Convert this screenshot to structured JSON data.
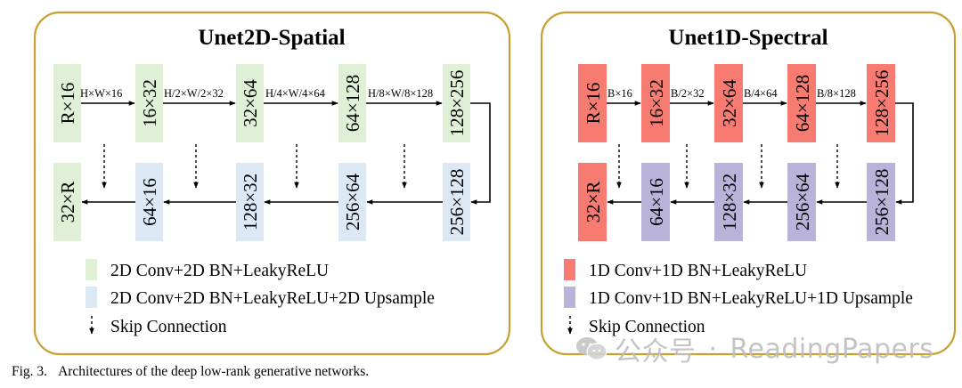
{
  "colors": {
    "frame": "#C7A030",
    "spatial_conv": "#DFF0D6",
    "spatial_up": "#DCE9F5",
    "spectral_conv": "#F77B70",
    "spectral_up": "#B9B3DA"
  },
  "spatial": {
    "title": "Unet2D-Spatial",
    "encoder_blocks": [
      "R×16",
      "16×32",
      "32×64",
      "64×128",
      "128×256"
    ],
    "decoder_blocks": [
      "32×R",
      "64×16",
      "128×32",
      "256×64",
      "256×128"
    ],
    "arrow_labels": [
      "H×W×16",
      "H/2×W/2×32",
      "H/4×W/4×64",
      "H/8×W/8×128"
    ],
    "legend": {
      "conv": "2D Conv+2D BN+LeakyReLU",
      "upsample": "2D Conv+2D BN+LeakyReLU+2D Upsample",
      "skip": "Skip Connection"
    }
  },
  "spectral": {
    "title": "Unet1D-Spectral",
    "encoder_blocks": [
      "R×16",
      "16×32",
      "32×64",
      "64×128",
      "128×256"
    ],
    "decoder_blocks": [
      "32×R",
      "64×16",
      "128×32",
      "256×64",
      "256×128"
    ],
    "arrow_labels": [
      "B×16",
      "B/2×32",
      "B/4×64",
      "B/8×128"
    ],
    "legend": {
      "conv": "1D Conv+1D BN+LeakyReLU",
      "upsample": "1D Conv+1D BN+LeakyReLU+1D Upsample",
      "skip": "Skip Connection"
    }
  },
  "caption": {
    "label": "Fig. 3.",
    "text": "Architectures of the deep low-rank generative networks."
  },
  "watermark": {
    "icon": "wechat-logo-icon",
    "left": "公众号",
    "right": "ReadingPapers"
  }
}
